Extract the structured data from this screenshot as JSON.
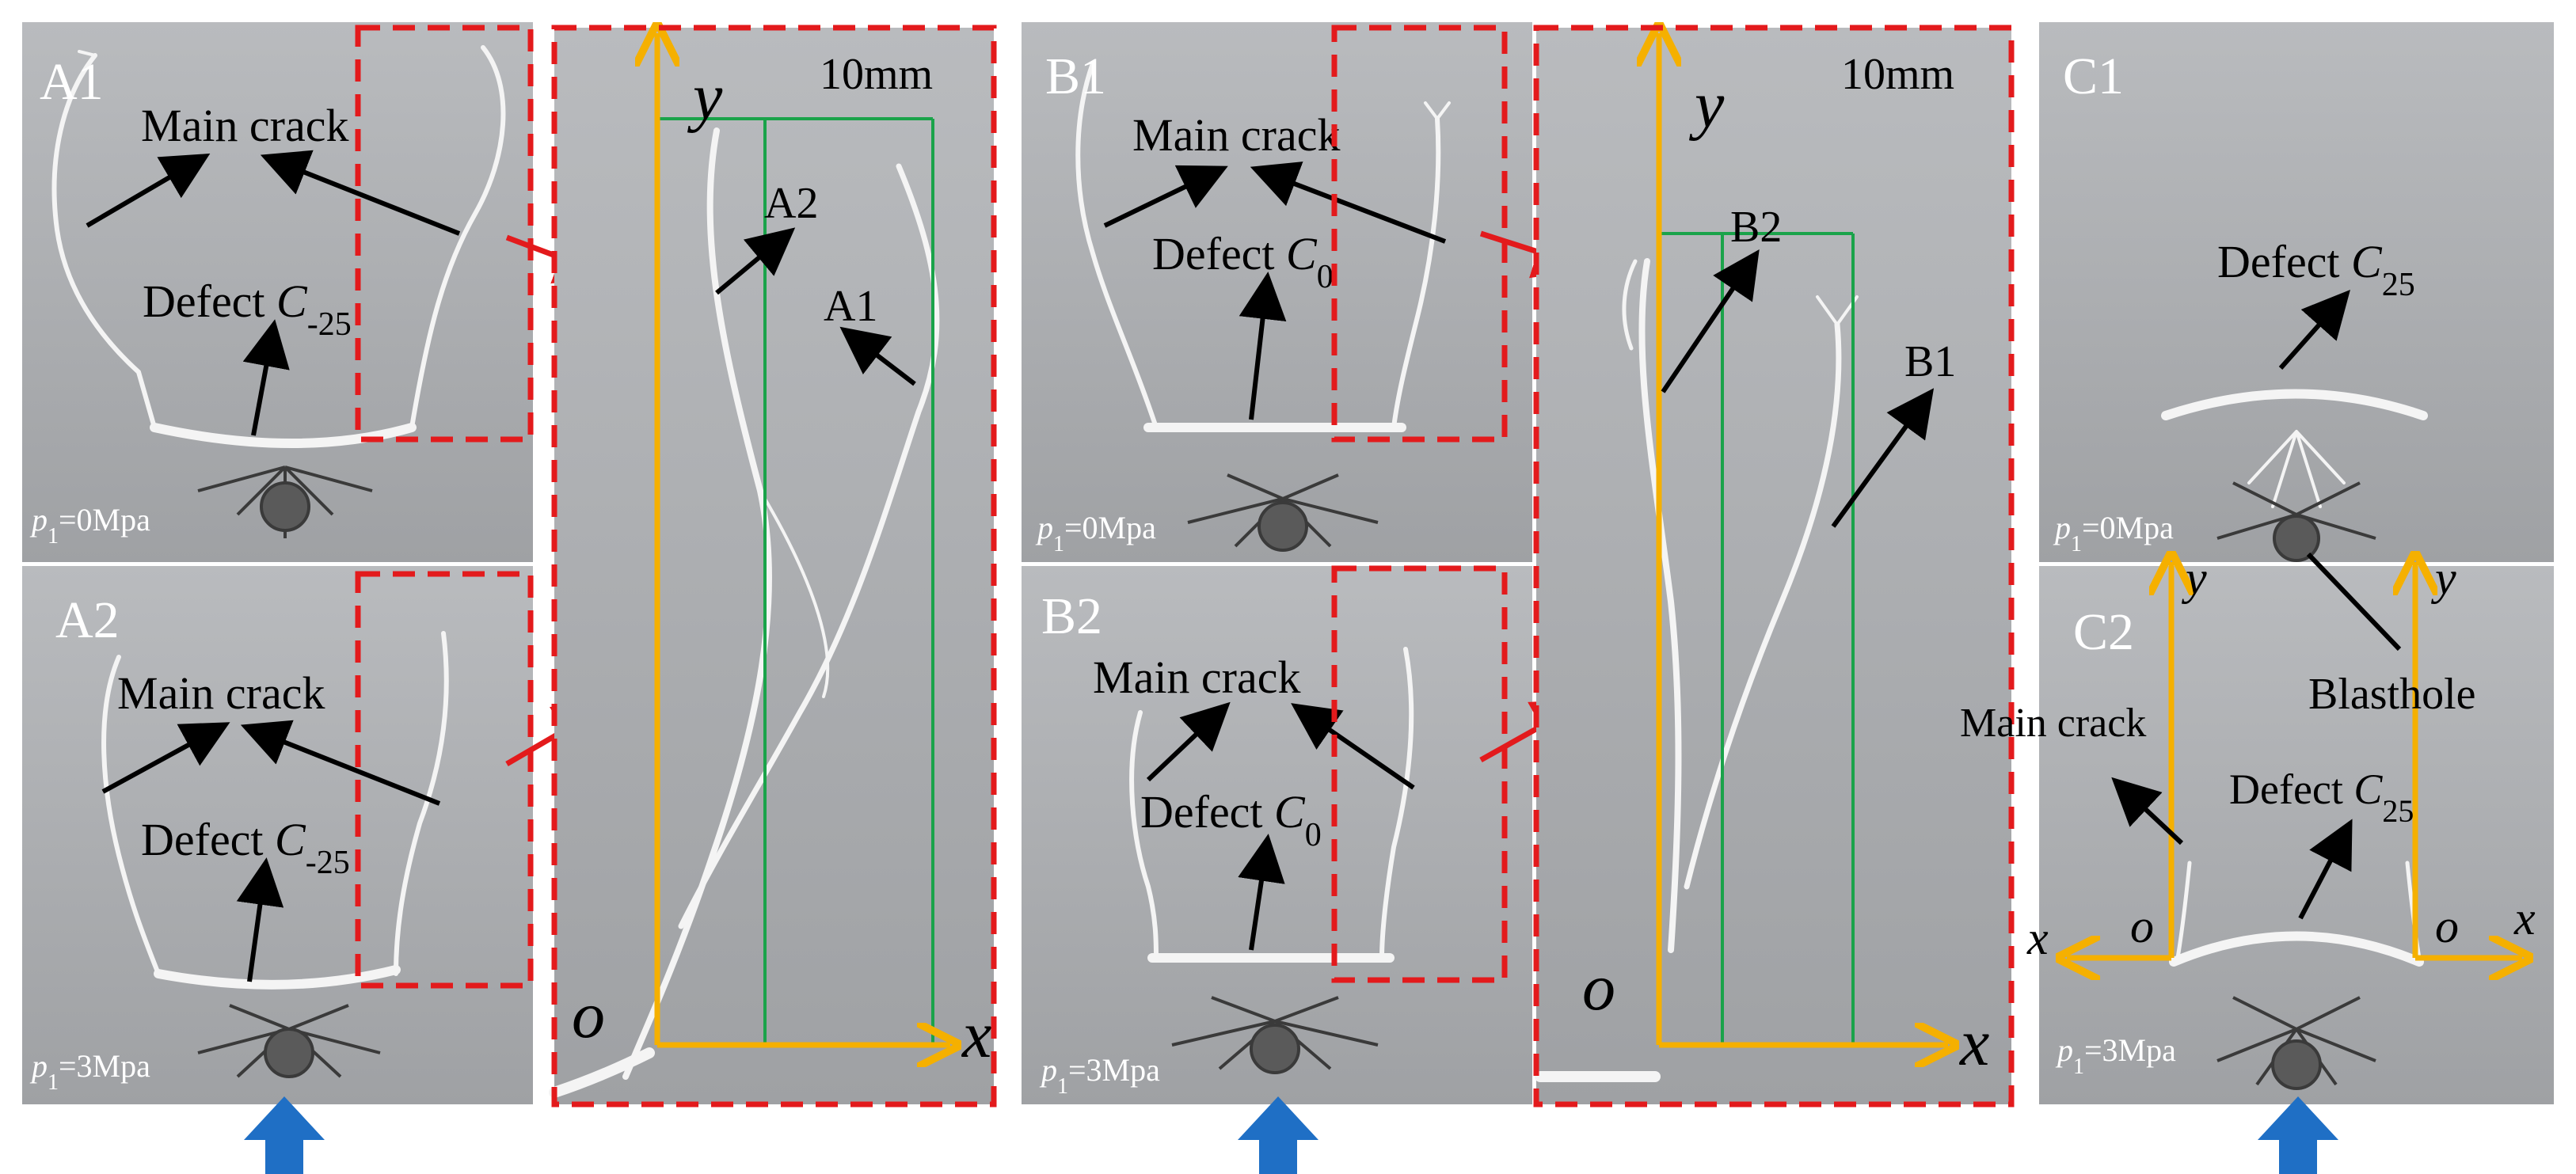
{
  "panels": {
    "A1": {
      "id": "A1",
      "main_crack": "Main crack",
      "defect_word": "Defect",
      "defect_symbol": "C",
      "defect_sub": "-25",
      "pressure_symbol": "p",
      "pressure_sub": "1",
      "pressure_value": "=0Mpa"
    },
    "A2": {
      "id": "A2",
      "main_crack": "Main crack",
      "defect_word": "Defect",
      "defect_symbol": "C",
      "defect_sub": "-25",
      "pressure_symbol": "p",
      "pressure_sub": "1",
      "pressure_value": "=3Mpa"
    },
    "A_zoom": {
      "scale": "10mm",
      "axis_y": "y",
      "axis_x": "x",
      "origin": "o",
      "label_a1": "A1",
      "label_a2": "A2"
    },
    "B1": {
      "id": "B1",
      "main_crack": "Main crack",
      "defect_word": "Defect",
      "defect_symbol": "C",
      "defect_sub": "0",
      "pressure_symbol": "p",
      "pressure_sub": "1",
      "pressure_value": "=0Mpa"
    },
    "B2": {
      "id": "B2",
      "main_crack": "Main crack",
      "defect_word": "Defect",
      "defect_symbol": "C",
      "defect_sub": "0",
      "pressure_symbol": "p",
      "pressure_sub": "1",
      "pressure_value": "=3Mpa"
    },
    "B_zoom": {
      "scale": "10mm",
      "axis_y": "y",
      "axis_x": "x",
      "origin": "o",
      "label_b1": "B1",
      "label_b2": "B2"
    },
    "C1": {
      "id": "C1",
      "defect_word": "Defect",
      "defect_symbol": "C",
      "defect_sub": "25",
      "pressure_symbol": "p",
      "pressure_sub": "1",
      "pressure_value": "=0Mpa",
      "blasthole": "Blasthole"
    },
    "C2": {
      "id": "C2",
      "main_crack": "Main crack",
      "defect_word": "Defect",
      "defect_symbol": "C",
      "defect_sub": "25",
      "pressure_symbol": "p",
      "pressure_sub": "1",
      "pressure_value": "=3Mpa",
      "axis_y_left": "y",
      "axis_y_right": "y",
      "axis_x_left": "x",
      "axis_x_right": "x",
      "origin_left": "o",
      "origin_right": "o"
    }
  },
  "colors": {
    "photo_background": "#a9aaad",
    "dashed_frame": "#e31a1c",
    "axis": "#f5b000",
    "guide_line": "#1aa34a",
    "flow_arrow": "#1f6fc5",
    "crack_white": "#f4f4f4"
  }
}
